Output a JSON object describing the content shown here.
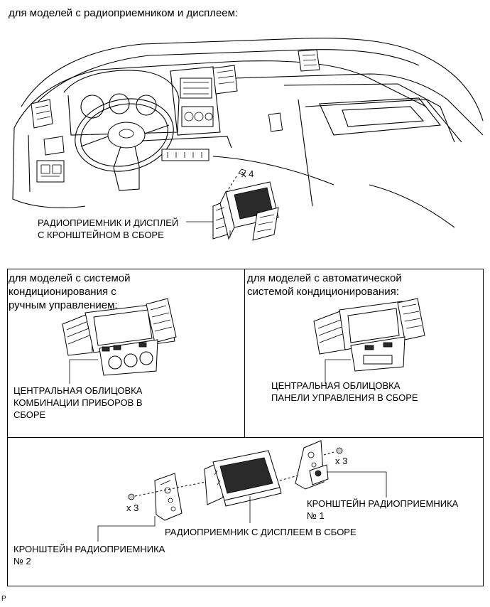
{
  "top": {
    "heading": "для моделей с радиоприемником и дисплеем:",
    "bolt_count": "x 4",
    "assembly_label": "РАДИОПРИЕМНИК И ДИСПЛЕЙ\nС КРОНШТЕЙНОМ В СБОРЕ"
  },
  "left_panel": {
    "heading": "для моделей с системой\nкондиционирования с\nручным управлением:",
    "part_label": "ЦЕНТРАЛЬНАЯ ОБЛИЦОВКА\nКОМБИНАЦИИ ПРИБОРОВ В\nСБОРЕ"
  },
  "right_panel": {
    "heading": "для моделей с автоматической\nсистемой кондиционирования:",
    "part_label": "ЦЕНТРАЛЬНАЯ ОБЛИЦОВКА\nПАНЕЛИ УПРАВЛЕНИЯ В СБОРЕ"
  },
  "bottom_panel": {
    "bolt_count_left": "x 3",
    "bolt_count_right": "x 3",
    "bracket1_label": "КРОНШТЕЙН РАДИОПРИЕМНИКА\n№ 1",
    "bracket2_label": "КРОНШТЕЙН РАДИОПРИЕМНИКА\n№ 2",
    "unit_label": "РАДИОПРИЕМНИК С ДИСПЛЕЕМ В СБОРЕ"
  },
  "footer": {
    "code": "P"
  }
}
